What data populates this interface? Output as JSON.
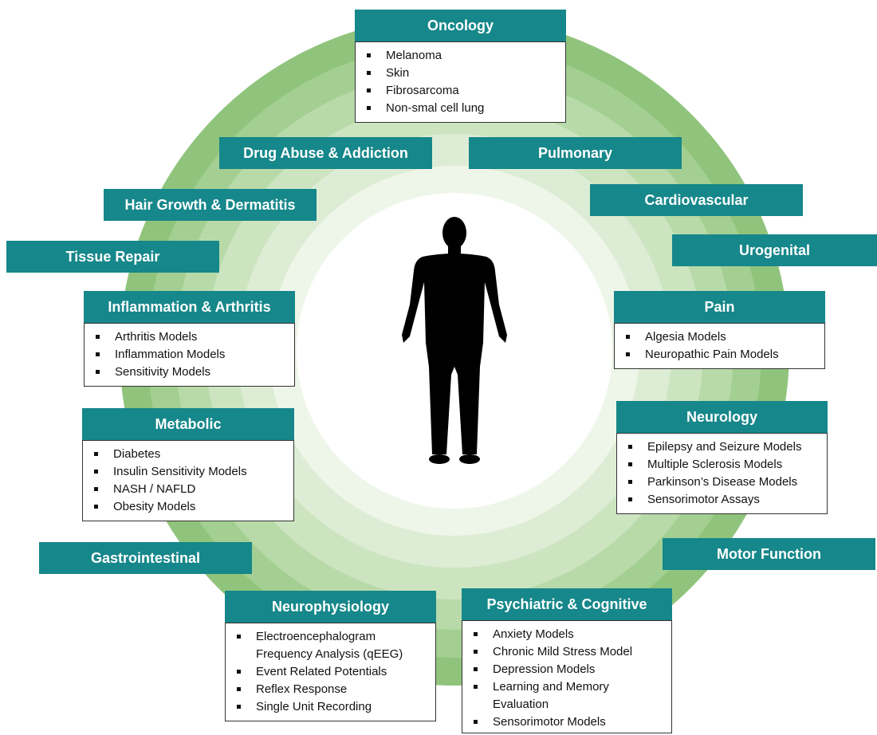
{
  "categories": {
    "oncology": {
      "title": "Oncology",
      "items": [
        "Melanoma",
        "Skin",
        "Fibrosarcoma",
        "Non-smal cell lung"
      ]
    },
    "drug_abuse": {
      "title": "Drug Abuse & Addiction"
    },
    "pulmonary": {
      "title": "Pulmonary"
    },
    "hair_growth": {
      "title": "Hair Growth & Dermatitis"
    },
    "cardiovascular": {
      "title": "Cardiovascular"
    },
    "tissue_repair": {
      "title": "Tissue Repair"
    },
    "urogenital": {
      "title": "Urogenital"
    },
    "inflammation": {
      "title": "Inflammation & Arthritis",
      "items": [
        "Arthritis Models",
        "Inflammation Models",
        "Sensitivity Models"
      ]
    },
    "pain": {
      "title": "Pain",
      "items": [
        "Algesia Models",
        "Neuropathic Pain Models"
      ]
    },
    "metabolic": {
      "title": "Metabolic",
      "items": [
        "Diabetes",
        "Insulin Sensitivity Models",
        "NASH  / NAFLD",
        "Obesity Models"
      ]
    },
    "neurology": {
      "title": "Neurology",
      "items": [
        "Epilepsy and Seizure Models",
        "Multiple Sclerosis Models",
        "Parkinson’s Disease Models",
        "Sensorimotor Assays"
      ]
    },
    "gastrointestinal": {
      "title": "Gastrointestinal"
    },
    "motor_function": {
      "title": "Motor Function"
    },
    "neurophysiology": {
      "title": "Neurophysiology",
      "items": [
        "Electroencephalogram Frequency Analysis (qEEG)",
        "Event Related Potentials",
        "Reflex Response",
        "Single Unit Recording"
      ]
    },
    "psychiatric": {
      "title": "Psychiatric & Cognitive",
      "items": [
        "Anxiety Models",
        "Chronic Mild Stress Model",
        "Depression Models",
        "Learning and Memory Evaluation",
        "Sensorimotor Models"
      ]
    }
  },
  "colors": {
    "header": "#16878a",
    "ring_outer": "#8fc27a",
    "ring_inner": "#eef6e9",
    "figure": "#000000"
  }
}
